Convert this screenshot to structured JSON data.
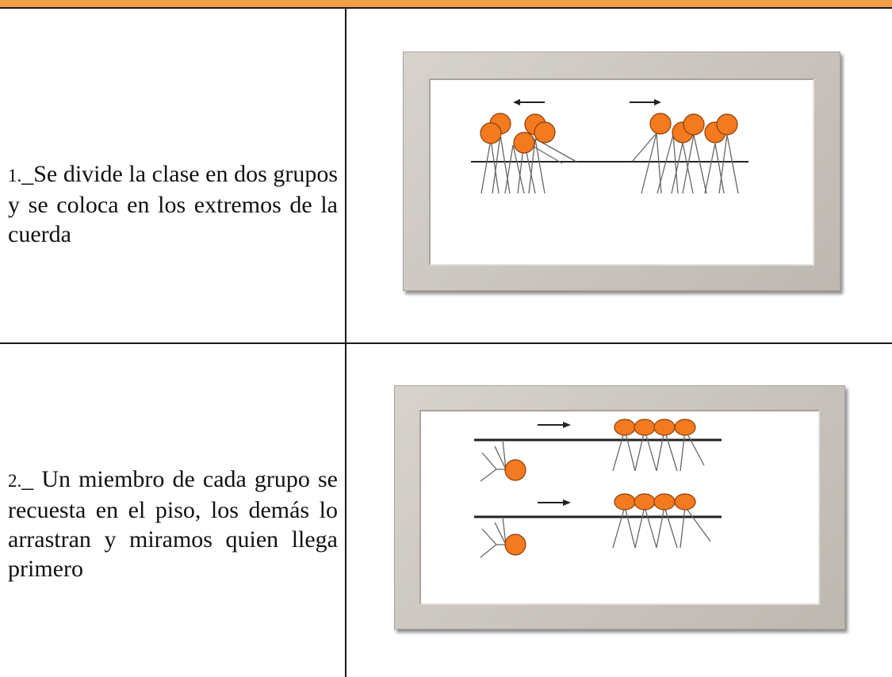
{
  "steps": [
    {
      "number": "1.",
      "text": "_Se divide la clase en dos grupos y se coloca en los extremos de la cuerda"
    },
    {
      "number": "2.",
      "text": "_ Un miembro de cada grupo se recuesta en el piso, los demás lo arrastran y miramos quien llega primero"
    }
  ],
  "colors": {
    "header": "#f29d4a",
    "figure_head": "#f47a20",
    "frame": "#cbc7c0"
  }
}
